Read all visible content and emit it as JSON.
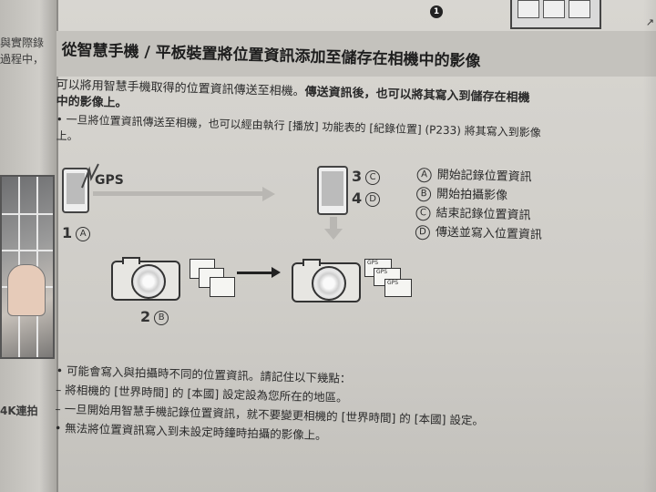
{
  "left_page": {
    "lines": [
      "與實際錄",
      "過程中，",
      "4K連拍"
    ]
  },
  "top": {
    "icon_number": "1"
  },
  "title": "從智慧手機 / 平板裝置將位置資訊添加至儲存在相機中的影像",
  "body": {
    "line1_normal": "可以將用智慧手機取得的位置資訊傳送至相機。",
    "line1_bold": "傳送資訊後，也可以將其寫入到儲存在相機",
    "line2_bold": "中的影像上。",
    "line3": "• 一旦將位置資訊傳送至相機，也可以經由執行 [播放] 功能表的 [紀錄位置] (P233) 將其寫入到影像",
    "line4": "上。"
  },
  "diagram": {
    "gps_label": "GPS",
    "step1": "1",
    "step1_letter": "A",
    "step2": "2",
    "step2_letter": "B",
    "step3": "3",
    "step3_letter": "C",
    "step4": "4",
    "step4_letter": "D",
    "gps_tag": "GPS"
  },
  "legend": [
    {
      "letter": "A",
      "text": "開始記錄位置資訊"
    },
    {
      "letter": "B",
      "text": "開始拍攝影像"
    },
    {
      "letter": "C",
      "text": "結束記錄位置資訊"
    },
    {
      "letter": "D",
      "text": "傳送並寫入位置資訊"
    }
  ],
  "notes": [
    "• 可能會寫入與拍攝時不同的位置資訊。請記住以下幾點：",
    "  – 將相機的 [世界時間] 的 [本國] 設定設為您所在的地區。",
    "  – 一旦開始用智慧手機記錄位置資訊，就不要變更相機的 [世界時間] 的 [本國] 設定。",
    "• 無法將位置資訊寫入到未設定時鐘時拍攝的影像上。"
  ],
  "right_margin": "↗"
}
